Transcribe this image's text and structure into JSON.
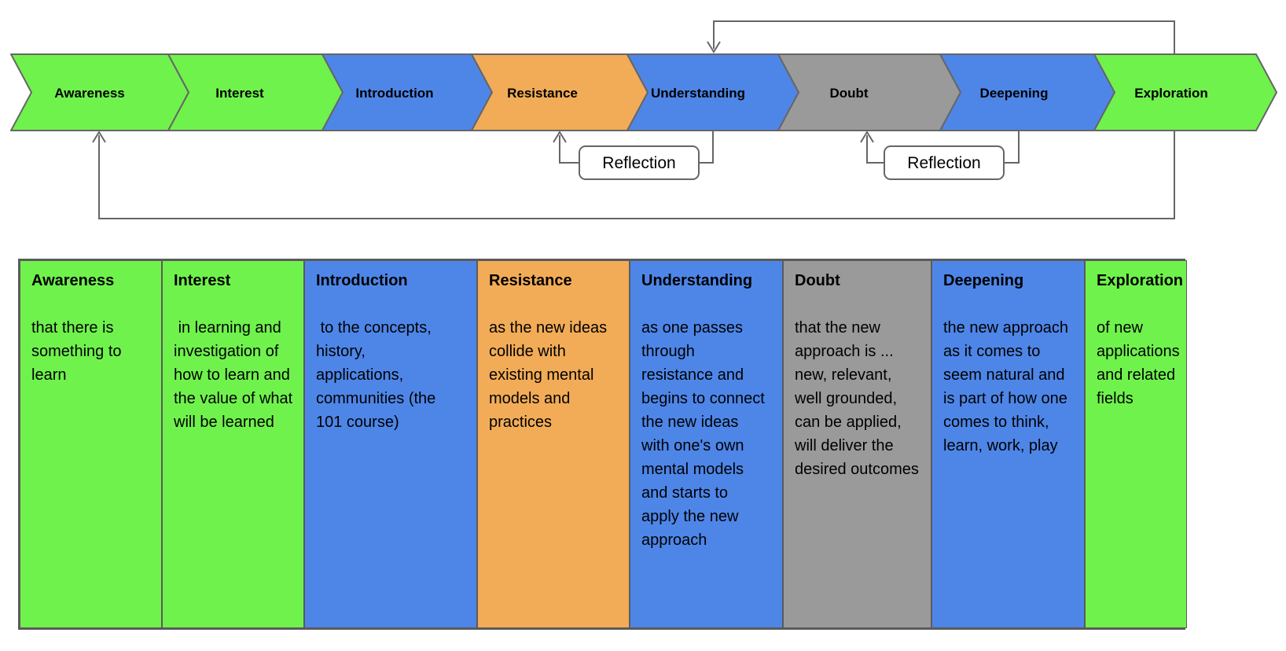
{
  "diagram": {
    "connector_color": "#666666",
    "stages": [
      {
        "name": "Awareness",
        "color": "#70F24D",
        "description": "that there is something to learn"
      },
      {
        "name": "Interest",
        "color": "#70F24D",
        "description": " in learning and investigation of how to learn and the value of what will be learned"
      },
      {
        "name": "Introduction",
        "color": "#4E86E8",
        "description": " to the concepts, history, applications, communities (the 101 course)"
      },
      {
        "name": "Resistance",
        "color": "#F2AC57",
        "description": "as the new ideas collide with existing mental models and practices"
      },
      {
        "name": "Understanding",
        "color": "#4E86E8",
        "description": "as one passes through resistance and begins to connect the new ideas with one's own mental models and starts to apply the new approach"
      },
      {
        "name": "Doubt",
        "color": "#9A9A9A",
        "description": "that the new approach is ... new, relevant, well grounded, can be applied, will deliver the desired outcomes"
      },
      {
        "name": "Deepening",
        "color": "#4E86E8",
        "description": "the new approach as it comes to seem natural and is part of how one comes to think, learn, work, play"
      },
      {
        "name": "Exploration",
        "color": "#70F24D",
        "description": "of new applications and related fields"
      }
    ],
    "reflections": [
      {
        "label": "Reflection"
      },
      {
        "label": "Reflection"
      }
    ]
  }
}
